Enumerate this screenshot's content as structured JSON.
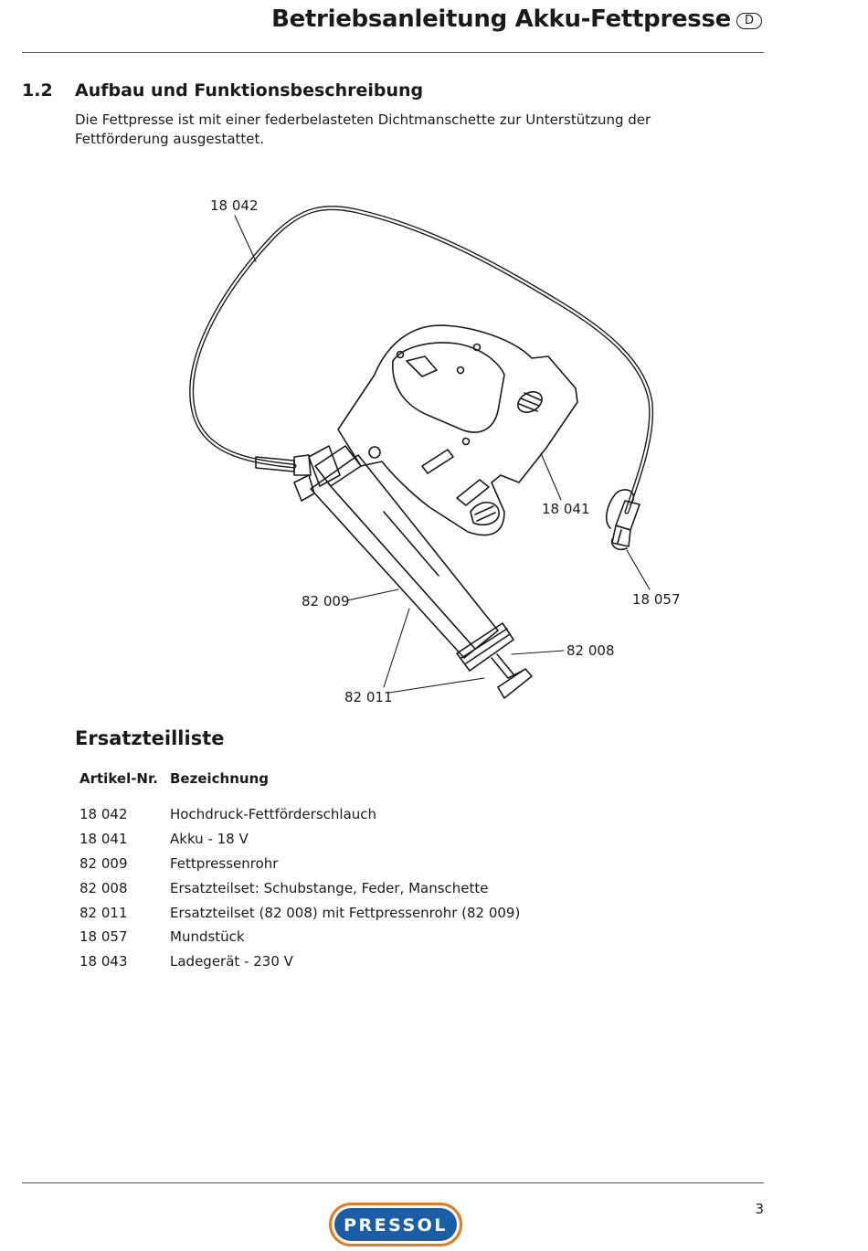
{
  "header": {
    "title": "Betriebsanleitung Akku-Fettpresse",
    "language_badge": "D"
  },
  "section": {
    "number": "1.2",
    "title": "Aufbau und Funktionsbeschreibung",
    "intro": "Die Fettpresse ist mit einer federbelasteten Dichtmanschette zur Unterstützung der Fettförderung ausgestattet."
  },
  "diagram": {
    "callouts": {
      "hose": "18 042",
      "battery": "18 041",
      "tube": "82 009",
      "nozzle": "18 057",
      "repair_kit": "82 008",
      "kit_with_tube": "82 011"
    }
  },
  "parts": {
    "heading": "Ersatzteilliste",
    "columns": [
      "Artikel-Nr.",
      "Bezeichnung"
    ],
    "rows": [
      [
        "18 042",
        "Hochdruck-Fettförderschlauch"
      ],
      [
        "18 041",
        "Akku - 18 V"
      ],
      [
        "82 009",
        "Fettpressenrohr"
      ],
      [
        "82 008",
        "Ersatzteilset: Schubstange, Feder, Manschette"
      ],
      [
        "82 011",
        "Ersatzteilset (82 008) mit Fettpressenrohr (82 009)"
      ],
      [
        "18 057",
        "Mundstück"
      ],
      [
        "18 043",
        "Ladegerät - 230 V"
      ]
    ]
  },
  "footer": {
    "page_number": "3",
    "logo_text": "PRESSOL",
    "brand_colors": {
      "blue": "#1b5ea8",
      "orange": "#e8771e"
    }
  }
}
